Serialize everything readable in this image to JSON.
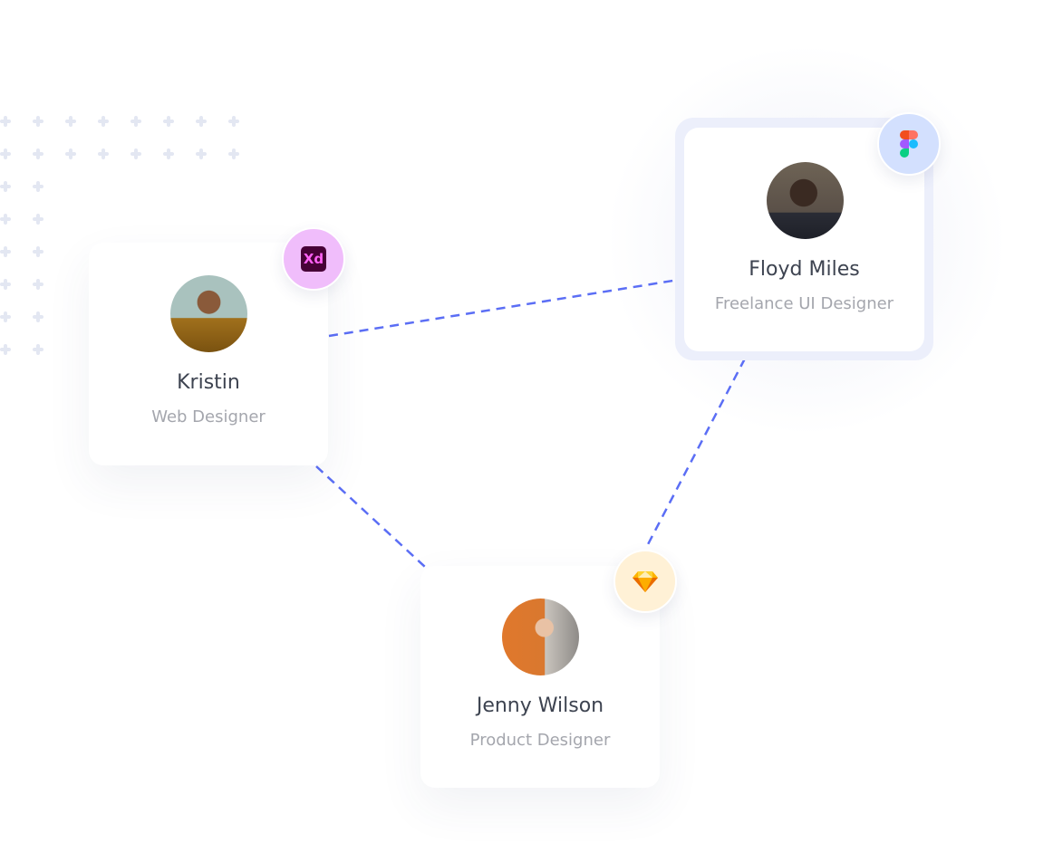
{
  "people": [
    {
      "name": "Kristin",
      "role": "Web Designer",
      "tool": "Xd"
    },
    {
      "name": "Floyd Miles",
      "role": "Freelance UI Designer",
      "tool": "figma"
    },
    {
      "name": "Jenny Wilson",
      "role": "Product Designer",
      "tool": "sketch"
    }
  ],
  "colors": {
    "connector": "#5b6ef5",
    "xd_badge": "#f0bdfb",
    "figma_badge": "#d3e0fe",
    "sketch_badge": "#fff1d6"
  }
}
